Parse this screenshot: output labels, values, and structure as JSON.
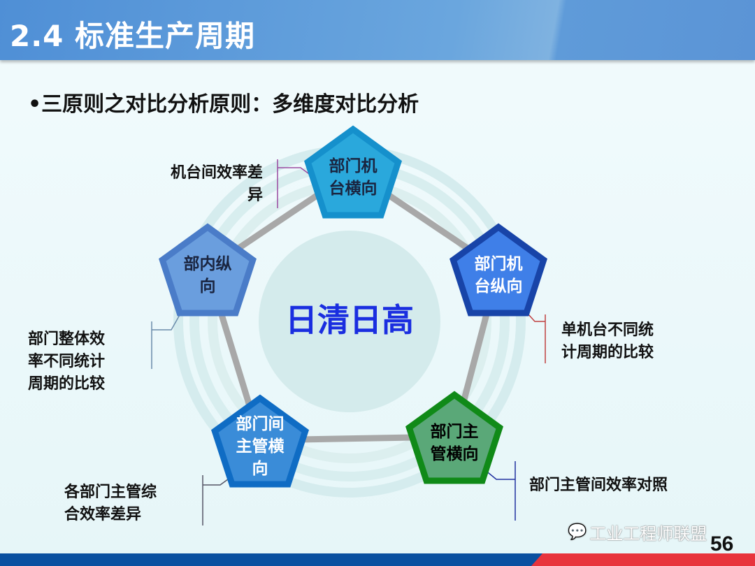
{
  "header": {
    "title": "2.4  标准生产周期"
  },
  "bullet": "•三原则之对比分析原则：多维度对比分析",
  "center": "日清日高",
  "nodes": {
    "top": [
      "部门机",
      "台横向"
    ],
    "right": [
      "部门机",
      "台纵向"
    ],
    "bottom_right": [
      "部门主",
      "管横向"
    ],
    "bottom_left": [
      "部门间",
      "主管横",
      "向"
    ],
    "left": [
      "部内纵",
      "向"
    ]
  },
  "callouts": {
    "top": [
      "机台间效率差",
      "异"
    ],
    "right": [
      "单机台不同统",
      "计周期的比较"
    ],
    "left": [
      "部门整体效",
      "率不同统计",
      "周期的比较"
    ],
    "bottom_left": [
      "各部门主管综",
      "合效率差异"
    ],
    "bottom_right": "部门主管间效率对照"
  },
  "watermark": "工业工程师联盟",
  "page_number": "56"
}
